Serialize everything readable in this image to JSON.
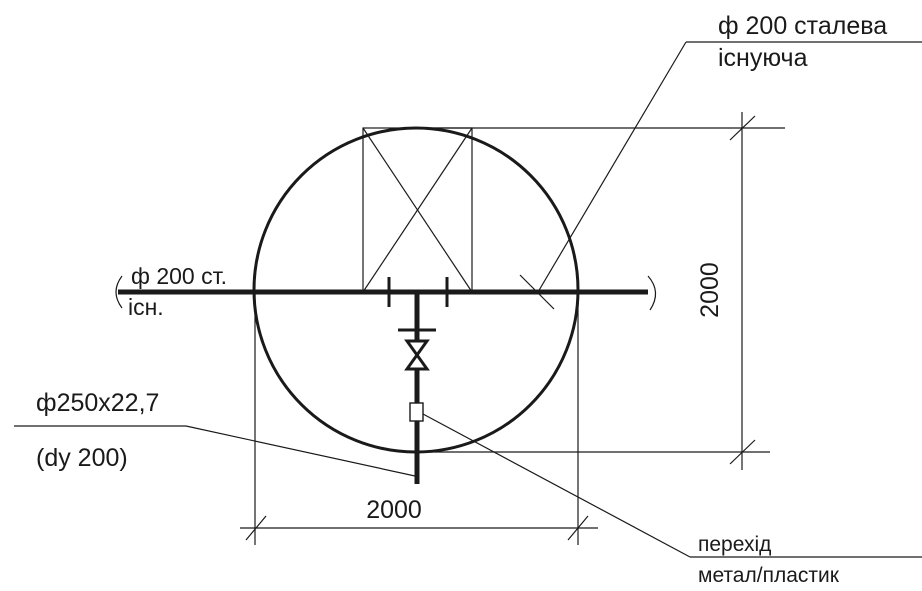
{
  "labels": {
    "pipe_existing_line1": "ф 200 сталева",
    "pipe_existing_line2": "існуюча",
    "pipe_left_line1": "ф 200 ст.",
    "pipe_left_line2": "існ.",
    "outlet_pipe_line1": "ф250х22,7",
    "outlet_pipe_line2": "(dy 200)",
    "transition_line1": "перехід",
    "transition_line2": "метал/пластик"
  },
  "dimensions": {
    "horizontal": "2000",
    "vertical": "2000"
  }
}
